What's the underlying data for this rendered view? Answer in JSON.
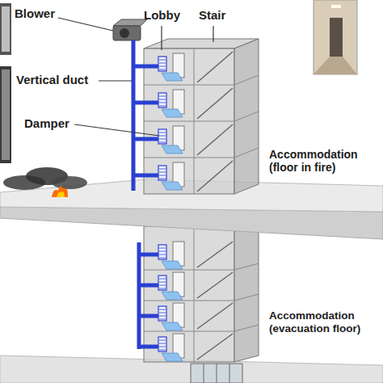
{
  "diagram": {
    "labels": [
      "Blower",
      "Lobby",
      "Stair",
      "Vertical duct",
      "Damper",
      "Accommodation (floor in fire)",
      "Accommodation (evacuation floor)"
    ]
  }
}
